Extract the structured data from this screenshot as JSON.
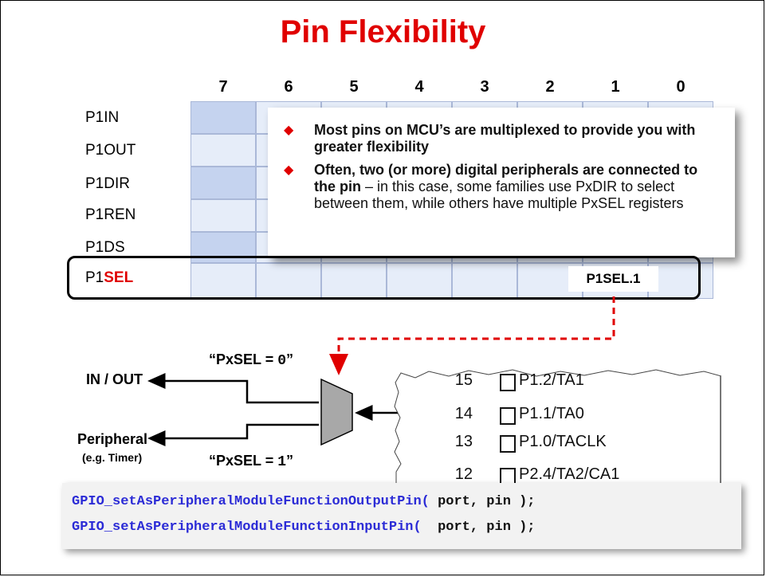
{
  "title": "Pin Flexibility",
  "bits": [
    "7",
    "6",
    "5",
    "4",
    "3",
    "2",
    "1",
    "0"
  ],
  "registers": [
    "P1IN",
    "P1OUT",
    "P1DIR",
    "P1REN",
    "P1DS"
  ],
  "sel_register": {
    "prefix": "P1",
    "suffix": "SEL"
  },
  "sel_bit_label": "P1SEL.1",
  "bullets": [
    {
      "bold": "Most pins on MCU’s are multiplexed to provide you with greater flexibility",
      "normal": ""
    },
    {
      "bold": "Often, two (or more) digital peripherals are connected to the pin",
      "normal": " – in this case, some families use PxDIR to select between them, while others have multiple PxSEL registers"
    }
  ],
  "mux": {
    "sel0_prefix": "“PxSEL = ",
    "sel0_value": "0",
    "sel0_suffix": "”",
    "sel1_prefix": "“PxSEL = ",
    "sel1_value": "1",
    "sel1_suffix": "”",
    "in_out": "IN / OUT",
    "peripheral": "Peripheral",
    "peripheral_eg": "(e.g. Timer)"
  },
  "pins": [
    {
      "num": "15",
      "name": "P1.2/TA1"
    },
    {
      "num": "14",
      "name": "P1.1/TA0"
    },
    {
      "num": "13",
      "name": "P1.0/TACLK"
    },
    {
      "num": "12",
      "name": "P2.4/TA2/CA1"
    }
  ],
  "code": [
    {
      "fn": "GPIO_setAsPeripheralModuleFunctionOutputPin(",
      "args": " port, pin );"
    },
    {
      "fn": "GPIO_setAsPeripheralModuleFunctionInputPin(",
      "args": "  port, pin );"
    }
  ],
  "colors": {
    "title": "#e00000",
    "code_fn": "#2b2bd6",
    "grid_dark": "#c5d3ef",
    "grid_light": "#e6edf9",
    "mux_fill": "#a8a8a8"
  }
}
